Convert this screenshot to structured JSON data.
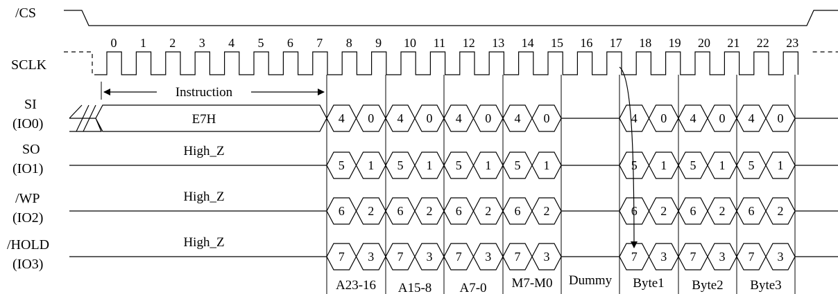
{
  "signals": {
    "cs": "/CS",
    "sclk": "SCLK",
    "si": "SI",
    "si_io": "(IO0)",
    "so": "SO",
    "so_io": "(IO1)",
    "wp": "/WP",
    "wp_io": "(IO2)",
    "hold": "/HOLD",
    "hold_io": "(IO3)"
  },
  "clock_numbers": [
    "0",
    "1",
    "2",
    "3",
    "4",
    "5",
    "6",
    "7",
    "8",
    "9",
    "10",
    "11",
    "12",
    "13",
    "14",
    "15",
    "16",
    "17",
    "18",
    "19",
    "20",
    "21",
    "22",
    "23"
  ],
  "instruction_label": "Instruction",
  "instruction_code": "E7H",
  "high_z": "High_Z",
  "bit_pairs": {
    "io0": [
      "4",
      "0"
    ],
    "io1": [
      "5",
      "1"
    ],
    "io2": [
      "6",
      "2"
    ],
    "io3": [
      "7",
      "3"
    ]
  },
  "segment_labels": [
    "A23-16",
    "A15-8",
    "A7-0",
    "M7-M0",
    "Dummy",
    "Byte1",
    "Byte2",
    "Byte3"
  ]
}
